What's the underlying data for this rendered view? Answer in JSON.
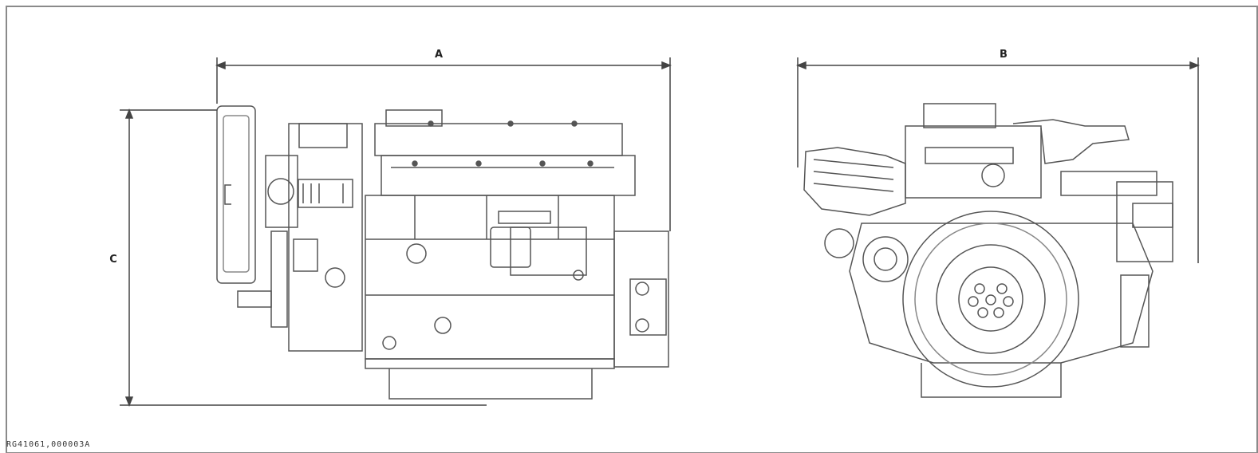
{
  "diagram": {
    "dimensions": {
      "a": "A",
      "b": "B",
      "c": "C"
    },
    "caption": "RG41061,000003A"
  }
}
